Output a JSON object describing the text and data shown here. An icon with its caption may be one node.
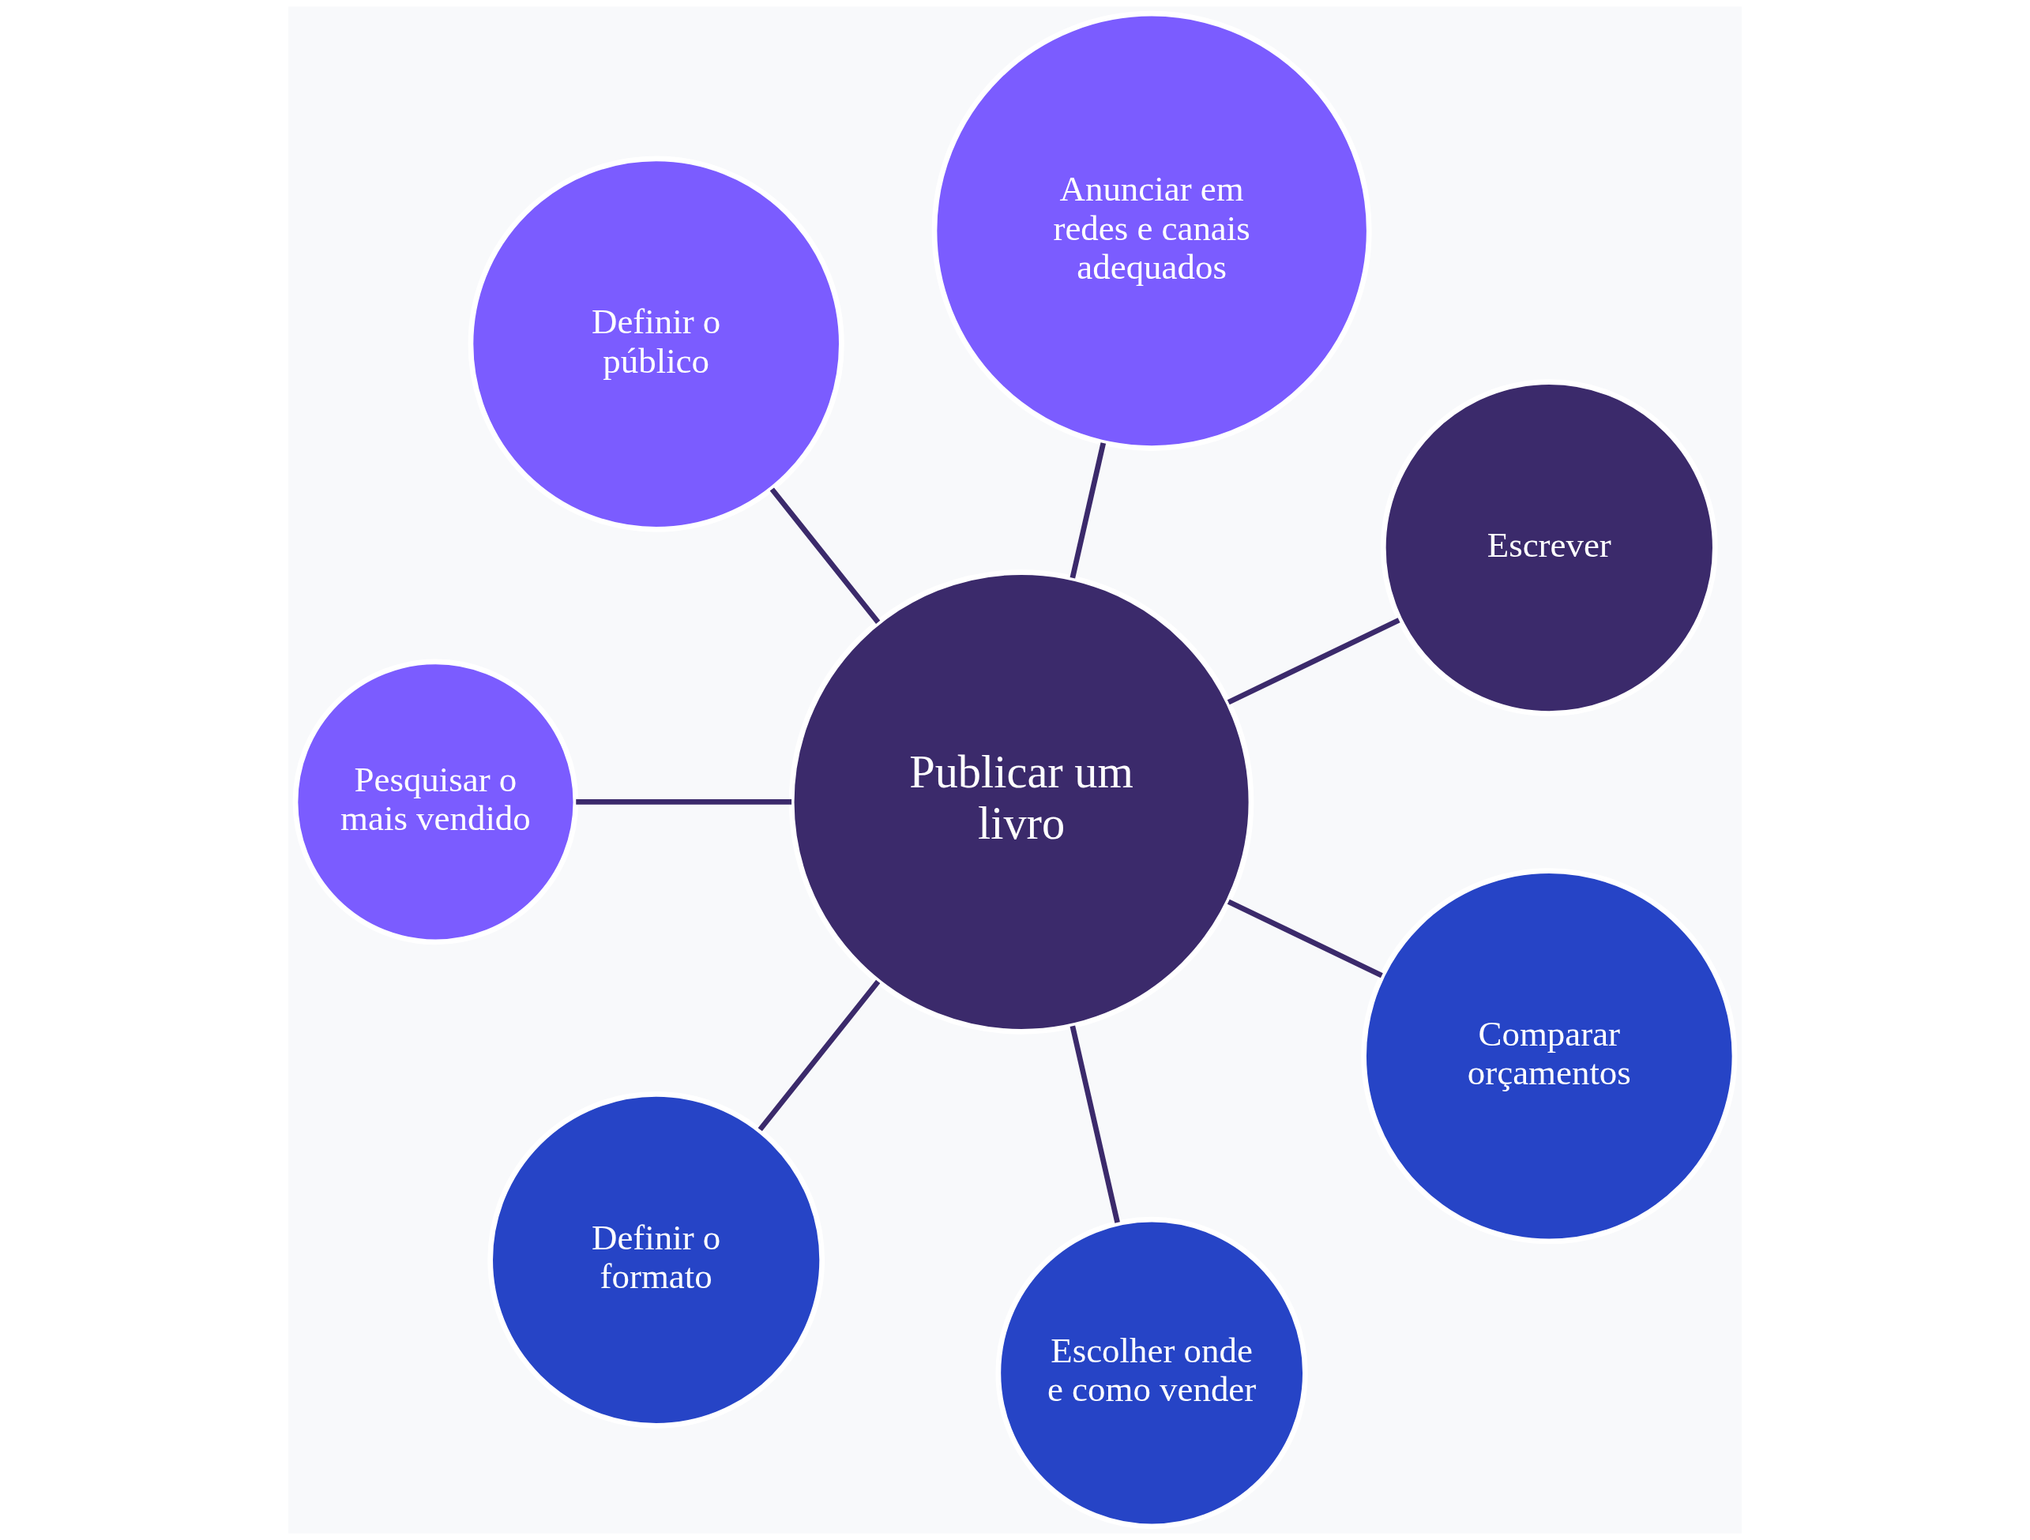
{
  "diagram": {
    "nodes": [
      {
        "text": [
          "Publicar um livro"
        ]
      },
      {
        "text": [
          "Escrever"
        ]
      },
      {
        "text": [
          "Anunciar em redes e canais adequados"
        ]
      },
      {
        "text": [
          "Definir o público"
        ]
      },
      {
        "text": [
          "Pesquisar o mais vendido"
        ]
      },
      {
        "text": [
          "Definir o formato"
        ]
      },
      {
        "text": [
          "Escolher onde e como vender"
        ]
      },
      {
        "text": [
          "Comparar orçamentos"
        ]
      }
    ],
    "edges": [
      {
        "from": 0,
        "to": 1,
        "arrow": "none"
      },
      {
        "from": 0,
        "to": 2,
        "arrow": "none"
      },
      {
        "from": 0,
        "to": 3,
        "arrow": "none"
      },
      {
        "from": 0,
        "to": 4,
        "arrow": "none"
      },
      {
        "from": 0,
        "to": 5,
        "arrow": "none"
      },
      {
        "from": 0,
        "to": 6,
        "arrow": "none"
      },
      {
        "from": 0,
        "to": 7,
        "arrow": "none"
      }
    ]
  }
}
